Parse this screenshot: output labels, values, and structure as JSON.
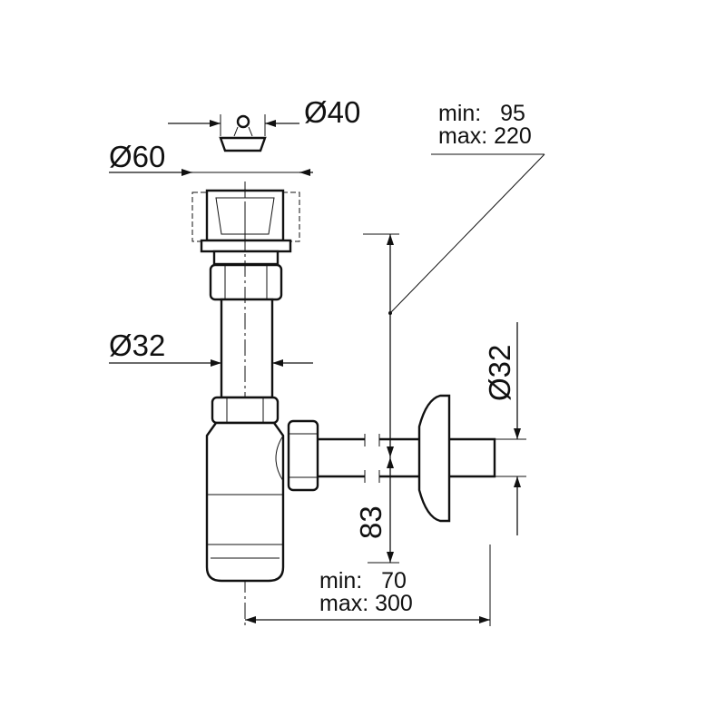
{
  "dimensions": {
    "plug_diameter": "Ø40",
    "strainer_diameter": "Ø60",
    "inlet_pipe_diameter": "Ø32",
    "outlet_pipe_diameter": "Ø32",
    "height_min": "min:   95",
    "height_max": "max: 220",
    "outlet_offset": "83",
    "length_min": "min:   70",
    "length_max": "max: 300"
  }
}
